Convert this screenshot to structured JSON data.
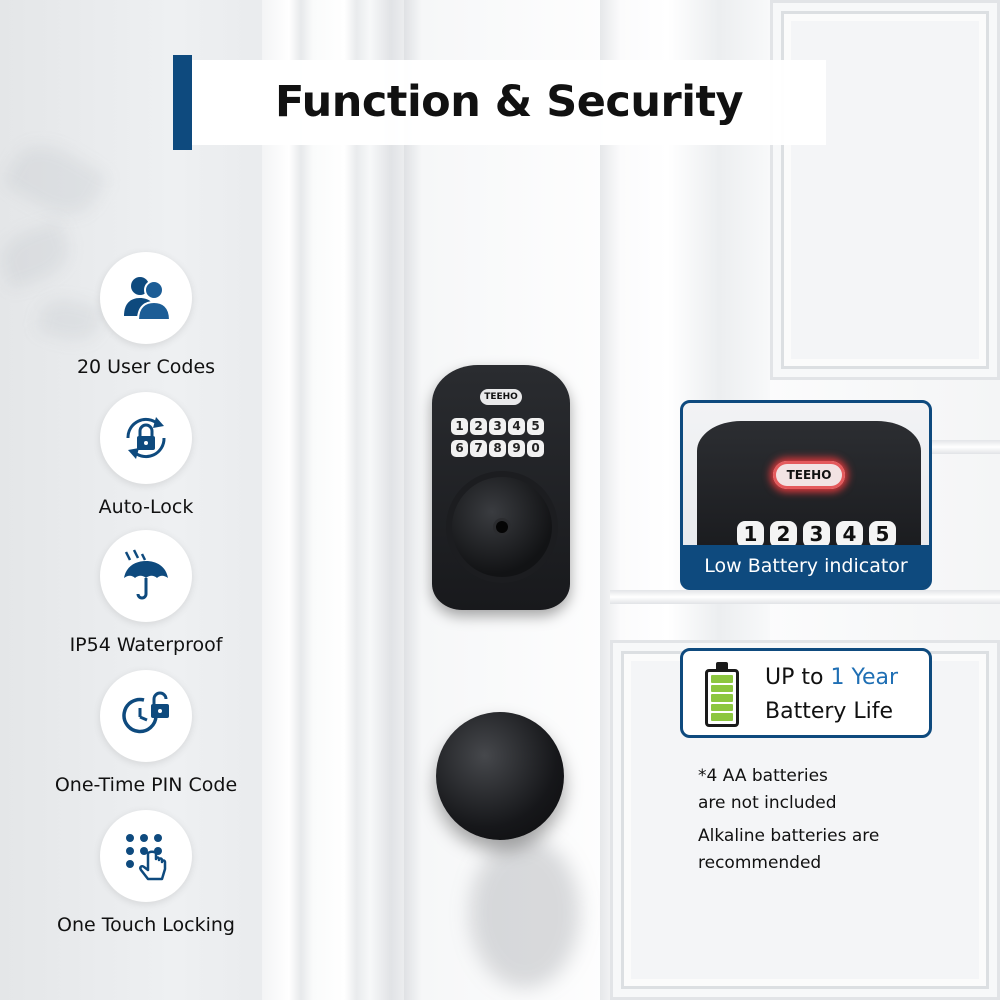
{
  "header": {
    "title": "Function & Security"
  },
  "features": [
    {
      "label": "20 User Codes",
      "icon": "users-icon"
    },
    {
      "label": "Auto-Lock",
      "icon": "auto-lock-icon"
    },
    {
      "label": "IP54 Waterproof",
      "icon": "umbrella-rain-icon"
    },
    {
      "label": "One-Time PIN Code",
      "icon": "timer-lock-icon"
    },
    {
      "label": "One Touch Locking",
      "icon": "keypad-touch-icon"
    }
  ],
  "lock": {
    "brand": "TEEHO",
    "keys_row1": [
      "1",
      "2",
      "3",
      "4",
      "5"
    ],
    "keys_row2": [
      "6",
      "7",
      "8",
      "9",
      "0"
    ]
  },
  "low_battery": {
    "caption": "Low Battery indicator",
    "brand": "TEEHO",
    "keys": [
      "1",
      "2",
      "3",
      "4",
      "5"
    ]
  },
  "battery_life": {
    "prefix": "UP to ",
    "highlight": "1 Year",
    "line2": "Battery Life",
    "level": 1.0
  },
  "notes": {
    "line1": "*4 AA batteries",
    "line2": "are not included",
    "line3": "Alkaline batteries are",
    "line4": "recommended"
  },
  "colors": {
    "accent": "#0e4a7e",
    "highlight": "#1f6fb4",
    "battery_green": "#8cc63f",
    "indicator_red": "#e0393c"
  }
}
